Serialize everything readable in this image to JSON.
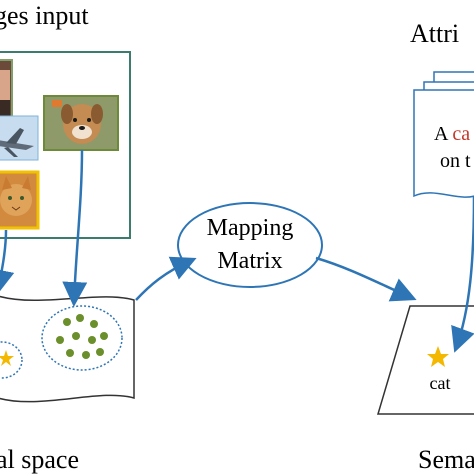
{
  "images_input": {
    "title": "ges input",
    "thumbnails": [
      {
        "name": "person-photo-icon",
        "kind": "person"
      },
      {
        "name": "dog-photo-icon",
        "kind": "dog"
      },
      {
        "name": "airplane-photo-icon",
        "kind": "airplane"
      },
      {
        "name": "cat-photo-icon",
        "kind": "cat"
      }
    ]
  },
  "visual_space": {
    "title": "al space"
  },
  "mapping": {
    "line1": "Mapping",
    "line2": "Matrix"
  },
  "attributes": {
    "title": "Attri",
    "text_prefix": "A ",
    "highlight": "ca",
    "line2": "on t"
  },
  "semantic_space": {
    "title": "Sema",
    "label": "cat"
  },
  "colors": {
    "arrow": "#2e75b6",
    "box_border": "#3b7c6e",
    "dots": "#6a8f2b",
    "star": "#f5b800",
    "highlight_text": "#c0392b",
    "dog_frame": "#6d8a3a",
    "cat_frame": "#f2c200",
    "plane_frame": "#7fb2d9"
  }
}
